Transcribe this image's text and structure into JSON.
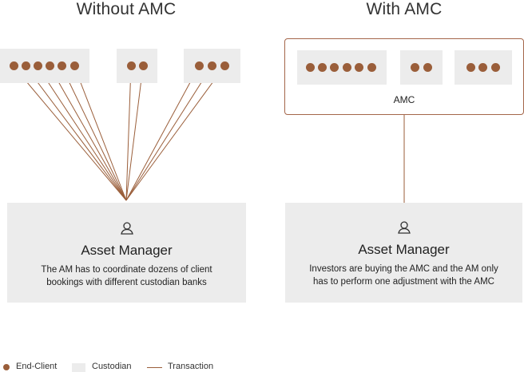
{
  "headings": {
    "left": "Without AMC",
    "right": "With AMC"
  },
  "amc": {
    "label": "AMC"
  },
  "asset_manager": {
    "icon": "user-icon",
    "title": "Asset Manager",
    "left_description": [
      "The AM has to coordinate dozens of client",
      "bookings with different custodian banks"
    ],
    "right_description": [
      "Investors are buying the AMC and the AM only",
      "has to perform one adjustment with the AMC"
    ]
  },
  "custodians": {
    "left_dot_counts": [
      6,
      2,
      3
    ],
    "right_dot_counts": [
      6,
      2,
      3
    ]
  },
  "legend": {
    "end_client": "End-Client",
    "custodian": "Custodian",
    "transaction": "Transaction"
  },
  "colors": {
    "client_dot": "#9a5e3a",
    "custodian_fill": "#ececec",
    "transaction_line": "#9a5e3a",
    "amc_border": "#a4664a"
  }
}
